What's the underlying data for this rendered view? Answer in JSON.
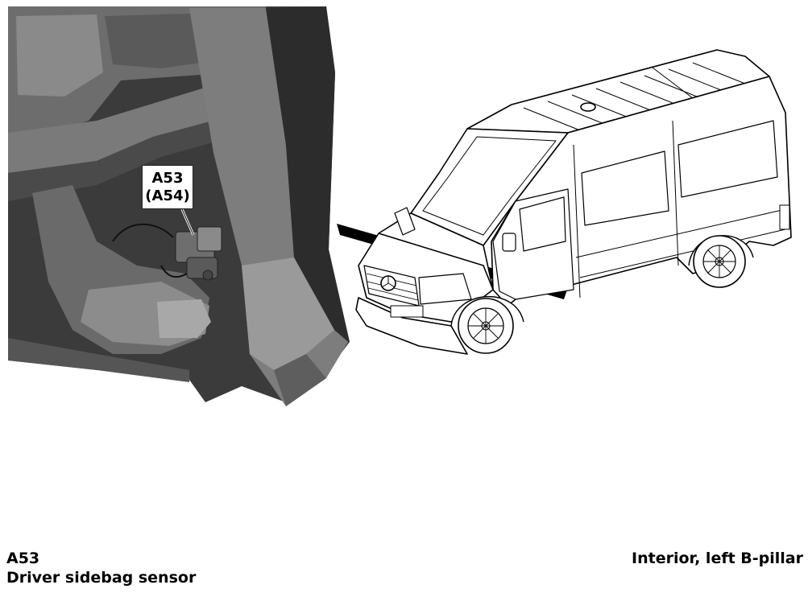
{
  "callout": {
    "primary": "A53",
    "secondary": "(A54)"
  },
  "caption": {
    "component_code": "A53",
    "component_name": "Driver sidebag sensor",
    "location": "Interior, left B-pillar"
  }
}
